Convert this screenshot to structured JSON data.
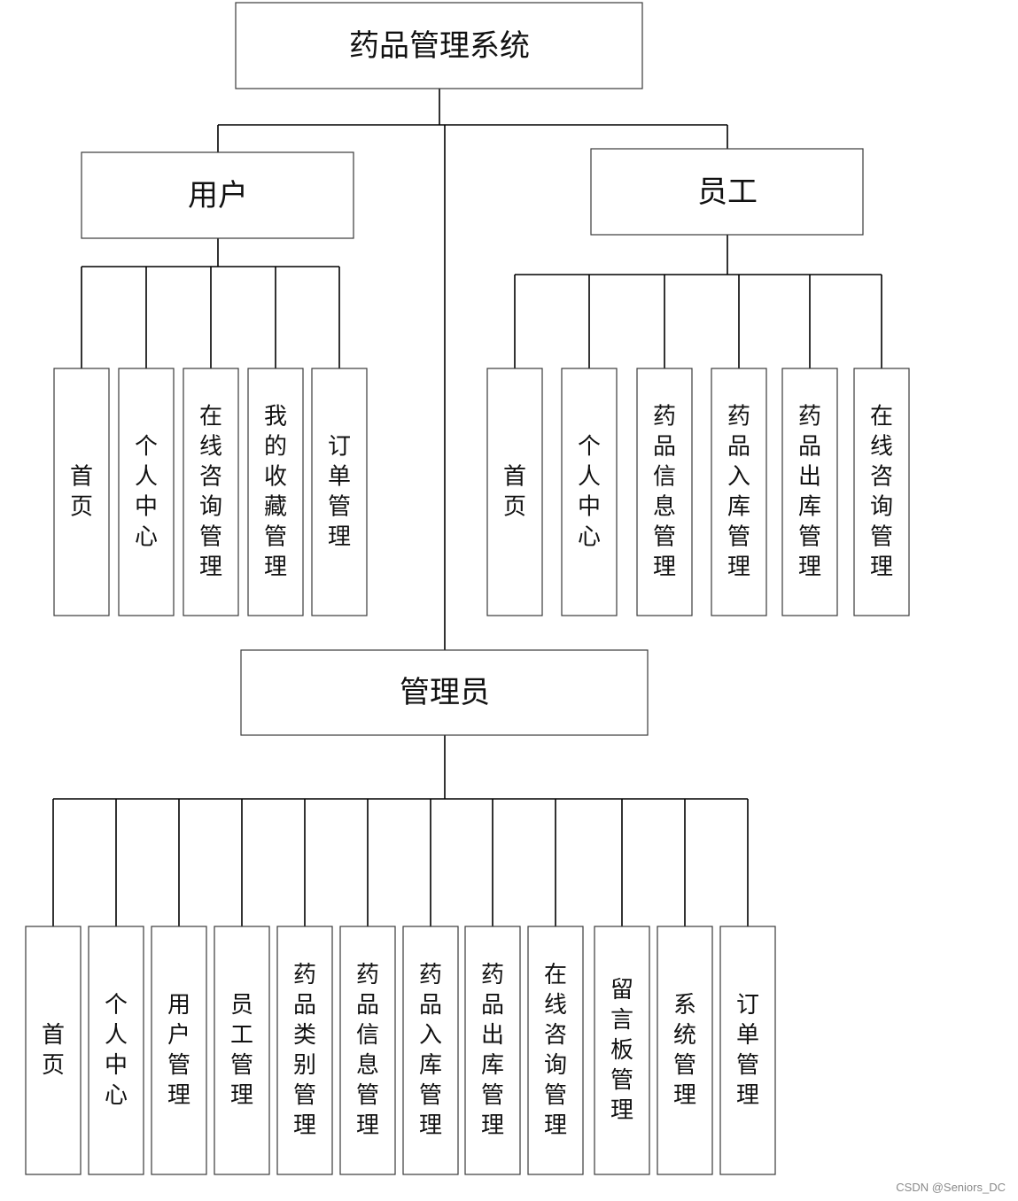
{
  "root": {
    "label": "药品管理系统"
  },
  "roles": {
    "user": {
      "label": "用户",
      "items": [
        "首页",
        "个人中心",
        "在线咨询管理",
        "我的收藏管理",
        "订单管理"
      ]
    },
    "staff": {
      "label": "员工",
      "items": [
        "首页",
        "个人中心",
        "药品信息管理",
        "药品入库管理",
        "药品出库管理",
        "在线咨询管理"
      ]
    },
    "admin": {
      "label": "管理员",
      "items": [
        "首页",
        "个人中心",
        "用户管理",
        "员工管理",
        "药品类别管理",
        "药品信息管理",
        "药品入库管理",
        "药品出库管理",
        "在线咨询管理",
        "留言板管理",
        "系统管理",
        "订单管理"
      ]
    }
  },
  "watermark": "CSDN @Seniors_DC"
}
